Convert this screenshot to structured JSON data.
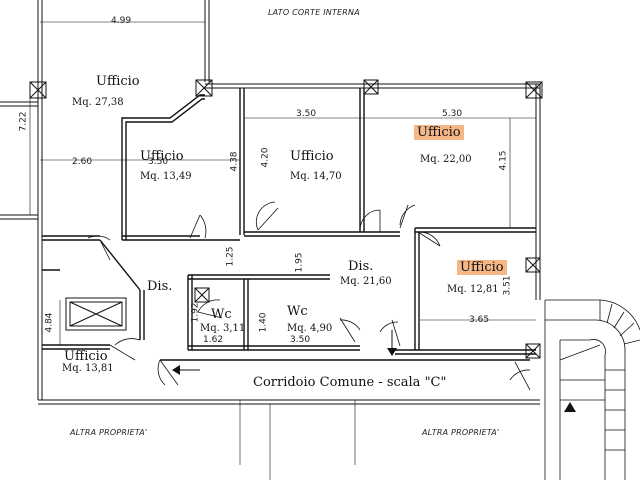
{
  "header": {
    "courtyard": "LATO CORTE INTERNA"
  },
  "rooms": {
    "ufficio_a": {
      "name": "Ufficio",
      "area": "Mq. 27,38"
    },
    "ufficio_b": {
      "name": "Ufficio",
      "area": "Mq. 13,49"
    },
    "ufficio_c": {
      "name": "Ufficio",
      "area": "Mq. 14,70"
    },
    "ufficio_d": {
      "name": "Ufficio",
      "area": "Mq. 22,00"
    },
    "ufficio_e": {
      "name": "Ufficio",
      "area": "Mq. 12,81"
    },
    "ufficio_f": {
      "name": "Ufficio",
      "area": "Mq. 13,81"
    },
    "dis_left": {
      "name": "Dis."
    },
    "dis_center": {
      "name": "Dis.",
      "area": "Mq. 21,60"
    },
    "wc_a": {
      "name": "Wc",
      "area": "Mq. 3,11"
    },
    "wc_b": {
      "name": "Wc",
      "area": "Mq. 4,90"
    },
    "corridor": {
      "name": "Corridoio Comune - scala \"C\""
    }
  },
  "dimensions": {
    "d499": "4.99",
    "d722": "7.22",
    "d260": "2.60",
    "d350a": "3.50",
    "d438": "4.38",
    "d420": "4.20",
    "d350b": "3.50",
    "d530": "5.30",
    "d415": "4.15",
    "d125": "1.25",
    "d195": "1.95",
    "d351": "3.51",
    "d484": "4.84",
    "d192": "1.92",
    "d140": "1.40",
    "d162": "1.62",
    "d350c": "3.50",
    "d365": "3.65"
  },
  "footer": {
    "left": "ALTRA PROPRIETA'",
    "right": "ALTRA PROPRIETA'"
  },
  "colors": {
    "highlight": "#f6b787",
    "wall": "#111111"
  }
}
